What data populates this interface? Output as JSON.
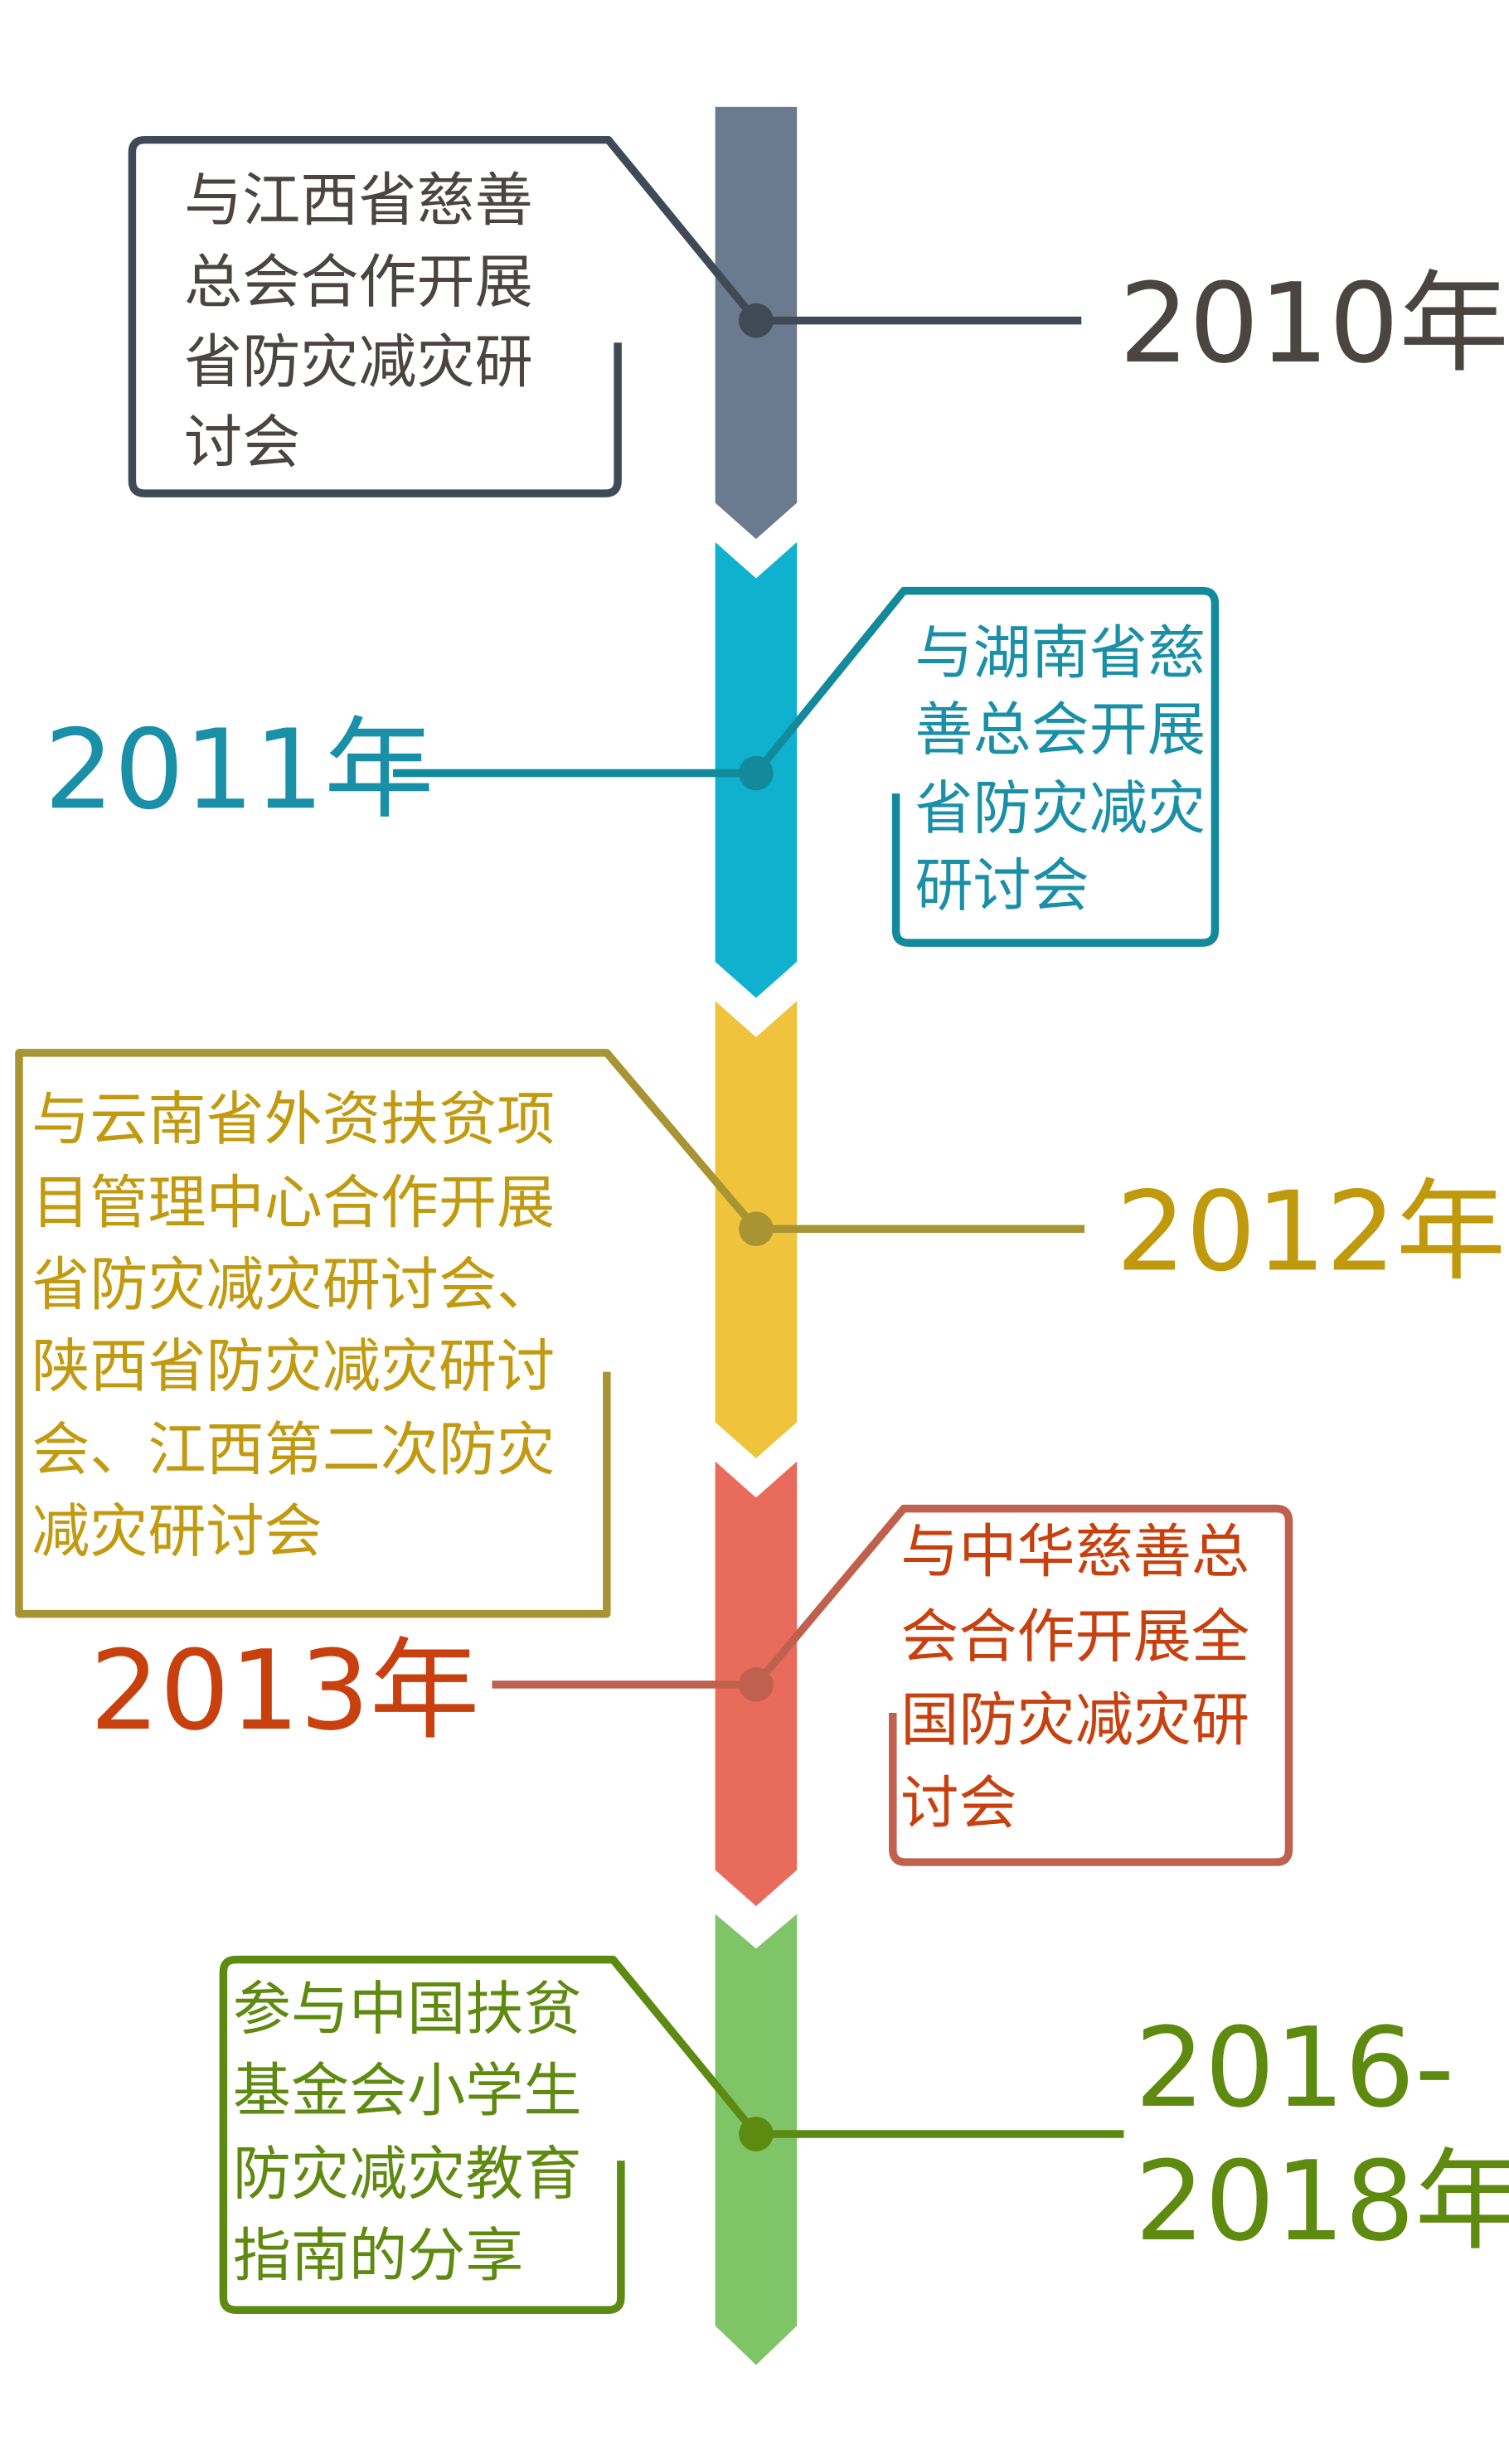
{
  "colors": {
    "seg_2010": "#6c7a8f",
    "seg_2011": "#0fb1ce",
    "seg_2012": "#f0c33c",
    "seg_2013": "#e96b5b",
    "seg_2016": "#80c468",
    "box_2010": "#404a56",
    "box_2011": "#138a9c",
    "box_2012": "#a89432",
    "box_2013": "#c0604e",
    "box_2016": "#5d8a10",
    "text_2010": "#4a4540",
    "text_2011": "#1a8fa8",
    "text_2012": "#c09a0c",
    "text_2013": "#c8400e",
    "text_2016": "#5f8a10"
  },
  "events": [
    {
      "year": "2010年",
      "lines": [
        "与江西省慈善",
        "总会合作开展",
        "省防灾减灾研",
        "讨会"
      ]
    },
    {
      "year": "2011年",
      "lines": [
        "与湖南省慈",
        "善总会开展",
        "省防灾减灾",
        "研讨会"
      ]
    },
    {
      "year": "2012年",
      "lines": [
        "与云南省外资扶贫项",
        "目管理中心合作开展",
        "省防灾减灾研讨会、",
        "陕西省防灾减灾研讨",
        "会、江西第二次防灾",
        "减灾研讨会"
      ]
    },
    {
      "year": "2013年",
      "lines": [
        "与中华慈善总",
        "会合作开展全",
        "国防灾减灾研",
        "讨会"
      ]
    },
    {
      "year_line1": "2016-",
      "year_line2": "2018年",
      "lines": [
        "参与中国扶贫",
        "基金会小学生",
        "防灾减灾教育",
        "指南的分享"
      ]
    }
  ]
}
